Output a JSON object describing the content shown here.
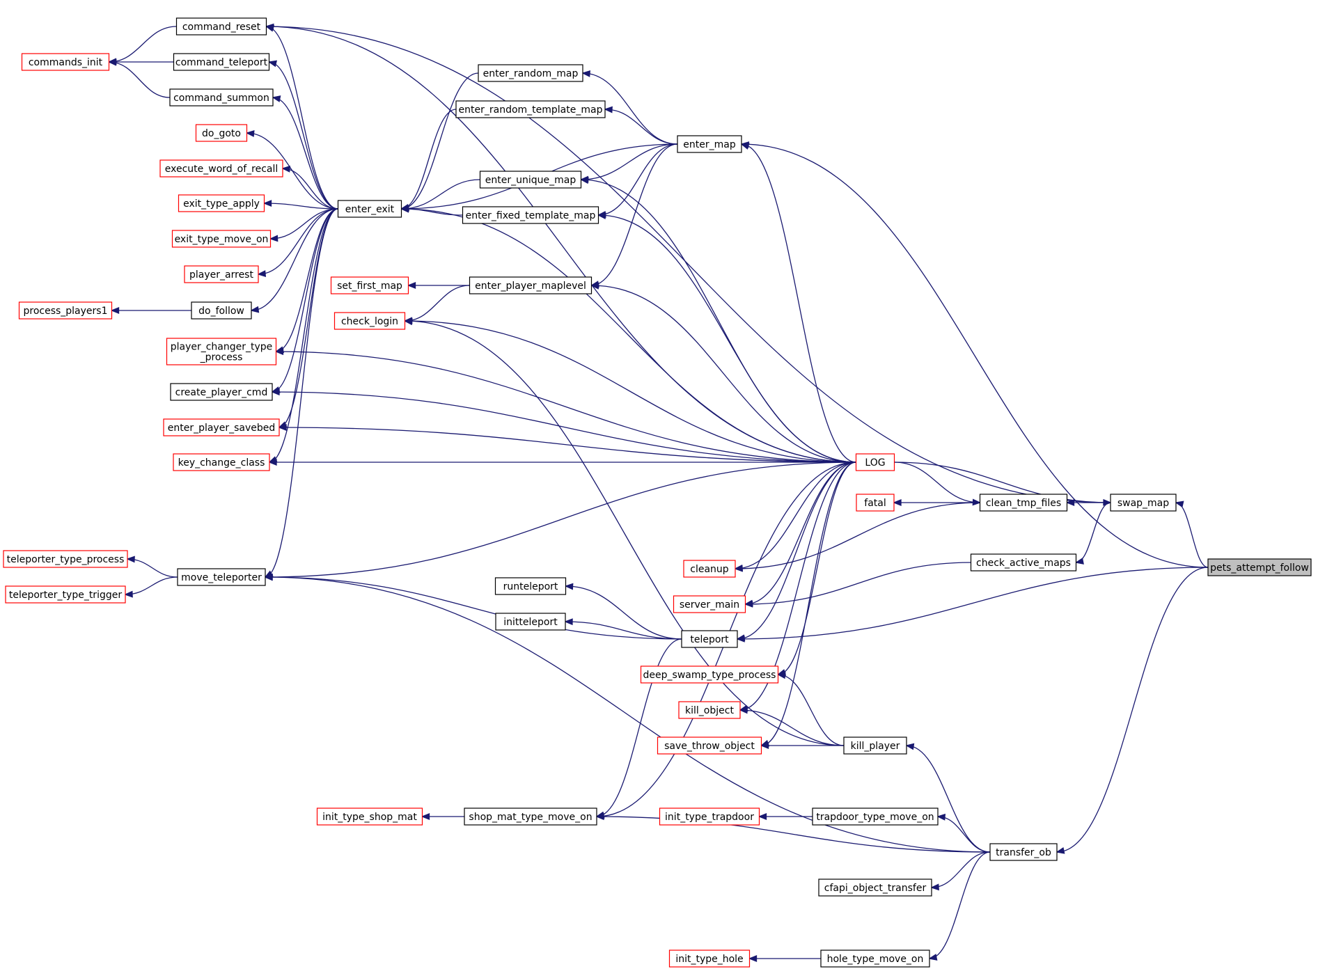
{
  "colors": {
    "edge": "#191970",
    "box_default": "#000000",
    "box_incomplete": "#ff0000",
    "box_focus_fill": "#bfbfbf",
    "box_fill": "#ffffff"
  },
  "nodes": [
    {
      "id": "command_reset",
      "label": "command_reset",
      "style": "default"
    },
    {
      "id": "commands_init",
      "label": "commands_init",
      "style": "incomplete"
    },
    {
      "id": "command_teleport",
      "label": "command_teleport",
      "style": "default"
    },
    {
      "id": "command_summon",
      "label": "command_summon",
      "style": "default"
    },
    {
      "id": "do_goto",
      "label": "do_goto",
      "style": "incomplete"
    },
    {
      "id": "execute_word_of_recall",
      "label": "execute_word_of_recall",
      "style": "incomplete"
    },
    {
      "id": "exit_type_apply",
      "label": "exit_type_apply",
      "style": "incomplete"
    },
    {
      "id": "exit_type_move_on",
      "label": "exit_type_move_on",
      "style": "incomplete"
    },
    {
      "id": "player_arrest",
      "label": "player_arrest",
      "style": "incomplete"
    },
    {
      "id": "process_players1",
      "label": "process_players1",
      "style": "incomplete"
    },
    {
      "id": "do_follow",
      "label": "do_follow",
      "style": "default"
    },
    {
      "id": "player_changer_type_process",
      "label": "player_changer_type\n_process",
      "style": "incomplete"
    },
    {
      "id": "create_player_cmd",
      "label": "create_player_cmd",
      "style": "default"
    },
    {
      "id": "enter_player_savebed",
      "label": "enter_player_savebed",
      "style": "incomplete"
    },
    {
      "id": "key_change_class",
      "label": "key_change_class",
      "style": "incomplete"
    },
    {
      "id": "teleporter_type_process",
      "label": "teleporter_type_process",
      "style": "incomplete"
    },
    {
      "id": "teleporter_type_trigger",
      "label": "teleporter_type_trigger",
      "style": "incomplete"
    },
    {
      "id": "move_teleporter",
      "label": "move_teleporter",
      "style": "default"
    },
    {
      "id": "enter_exit",
      "label": "enter_exit",
      "style": "default"
    },
    {
      "id": "enter_random_map",
      "label": "enter_random_map",
      "style": "default"
    },
    {
      "id": "enter_random_template_map",
      "label": "enter_random_template_map",
      "style": "default"
    },
    {
      "id": "enter_unique_map",
      "label": "enter_unique_map",
      "style": "default"
    },
    {
      "id": "enter_fixed_template_map",
      "label": "enter_fixed_template_map",
      "style": "default"
    },
    {
      "id": "set_first_map",
      "label": "set_first_map",
      "style": "incomplete"
    },
    {
      "id": "enter_player_maplevel",
      "label": "enter_player_maplevel",
      "style": "default"
    },
    {
      "id": "check_login",
      "label": "check_login",
      "style": "incomplete"
    },
    {
      "id": "enter_map",
      "label": "enter_map",
      "style": "default"
    },
    {
      "id": "LOG",
      "label": "LOG",
      "style": "incomplete"
    },
    {
      "id": "fatal",
      "label": "fatal",
      "style": "incomplete"
    },
    {
      "id": "clean_tmp_files",
      "label": "clean_tmp_files",
      "style": "default"
    },
    {
      "id": "swap_map",
      "label": "swap_map",
      "style": "default"
    },
    {
      "id": "check_active_maps",
      "label": "check_active_maps",
      "style": "default"
    },
    {
      "id": "cleanup",
      "label": "cleanup",
      "style": "incomplete"
    },
    {
      "id": "server_main",
      "label": "server_main",
      "style": "incomplete"
    },
    {
      "id": "runteleport",
      "label": "runteleport",
      "style": "default"
    },
    {
      "id": "initteleport",
      "label": "initteleport",
      "style": "default"
    },
    {
      "id": "teleport",
      "label": "teleport",
      "style": "default"
    },
    {
      "id": "deep_swamp_type_process",
      "label": "deep_swamp_type_process",
      "style": "incomplete"
    },
    {
      "id": "kill_object",
      "label": "kill_object",
      "style": "incomplete"
    },
    {
      "id": "save_throw_object",
      "label": "save_throw_object",
      "style": "incomplete"
    },
    {
      "id": "kill_player",
      "label": "kill_player",
      "style": "default"
    },
    {
      "id": "init_type_shop_mat",
      "label": "init_type_shop_mat",
      "style": "incomplete"
    },
    {
      "id": "shop_mat_type_move_on",
      "label": "shop_mat_type_move_on",
      "style": "default"
    },
    {
      "id": "init_type_trapdoor",
      "label": "init_type_trapdoor",
      "style": "incomplete"
    },
    {
      "id": "trapdoor_type_move_on",
      "label": "trapdoor_type_move_on",
      "style": "default"
    },
    {
      "id": "transfer_ob",
      "label": "transfer_ob",
      "style": "default"
    },
    {
      "id": "cfapi_object_transfer",
      "label": "cfapi_object_transfer",
      "style": "default"
    },
    {
      "id": "init_type_hole",
      "label": "init_type_hole",
      "style": "incomplete"
    },
    {
      "id": "hole_type_move_on",
      "label": "hole_type_move_on",
      "style": "default"
    },
    {
      "id": "pets_attempt_follow",
      "label": "pets_attempt_follow",
      "style": "focus"
    }
  ],
  "edges": [
    [
      "commands_init",
      "command_reset"
    ],
    [
      "commands_init",
      "command_teleport"
    ],
    [
      "commands_init",
      "command_summon"
    ],
    [
      "command_reset",
      "enter_exit"
    ],
    [
      "command_teleport",
      "enter_exit"
    ],
    [
      "command_summon",
      "enter_exit"
    ],
    [
      "do_goto",
      "enter_exit"
    ],
    [
      "execute_word_of_recall",
      "enter_exit"
    ],
    [
      "exit_type_apply",
      "enter_exit"
    ],
    [
      "exit_type_move_on",
      "enter_exit"
    ],
    [
      "player_arrest",
      "enter_exit"
    ],
    [
      "do_follow",
      "enter_exit"
    ],
    [
      "player_changer_type_process",
      "enter_exit"
    ],
    [
      "create_player_cmd",
      "enter_exit"
    ],
    [
      "enter_player_savebed",
      "enter_exit"
    ],
    [
      "key_change_class",
      "enter_exit"
    ],
    [
      "move_teleporter",
      "enter_exit"
    ],
    [
      "process_players1",
      "do_follow"
    ],
    [
      "teleporter_type_process",
      "move_teleporter"
    ],
    [
      "teleporter_type_trigger",
      "move_teleporter"
    ],
    [
      "enter_exit",
      "enter_random_map"
    ],
    [
      "enter_exit",
      "enter_random_template_map"
    ],
    [
      "enter_exit",
      "enter_unique_map"
    ],
    [
      "enter_exit",
      "enter_fixed_template_map"
    ],
    [
      "enter_exit",
      "enter_map"
    ],
    [
      "enter_random_map",
      "enter_map"
    ],
    [
      "enter_random_template_map",
      "enter_map"
    ],
    [
      "enter_unique_map",
      "enter_map"
    ],
    [
      "enter_fixed_template_map",
      "enter_map"
    ],
    [
      "enter_player_maplevel",
      "enter_map"
    ],
    [
      "set_first_map",
      "enter_player_maplevel"
    ],
    [
      "check_login",
      "enter_player_maplevel"
    ],
    [
      "command_reset",
      "LOG"
    ],
    [
      "enter_map",
      "LOG"
    ],
    [
      "enter_unique_map",
      "LOG"
    ],
    [
      "enter_fixed_template_map",
      "LOG"
    ],
    [
      "enter_exit",
      "LOG"
    ],
    [
      "enter_player_maplevel",
      "LOG"
    ],
    [
      "check_login",
      "LOG"
    ],
    [
      "player_changer_type_process",
      "LOG"
    ],
    [
      "create_player_cmd",
      "LOG"
    ],
    [
      "enter_player_savebed",
      "LOG"
    ],
    [
      "key_change_class",
      "LOG"
    ],
    [
      "move_teleporter",
      "LOG"
    ],
    [
      "clean_tmp_files",
      "LOG"
    ],
    [
      "swap_map",
      "LOG"
    ],
    [
      "cleanup",
      "LOG"
    ],
    [
      "server_main",
      "LOG"
    ],
    [
      "teleport",
      "LOG"
    ],
    [
      "shop_mat_type_move_on",
      "LOG"
    ],
    [
      "deep_swamp_type_process",
      "LOG"
    ],
    [
      "kill_object",
      "LOG"
    ],
    [
      "save_throw_object",
      "LOG"
    ],
    [
      "fatal",
      "clean_tmp_files"
    ],
    [
      "cleanup",
      "clean_tmp_files"
    ],
    [
      "clean_tmp_files",
      "swap_map"
    ],
    [
      "server_main",
      "check_active_maps"
    ],
    [
      "check_active_maps",
      "swap_map"
    ],
    [
      "command_reset",
      "swap_map"
    ],
    [
      "swap_map",
      "pets_attempt_follow"
    ],
    [
      "enter_map",
      "pets_attempt_follow"
    ],
    [
      "teleport",
      "pets_attempt_follow"
    ],
    [
      "transfer_ob",
      "pets_attempt_follow"
    ],
    [
      "runteleport",
      "teleport"
    ],
    [
      "initteleport",
      "teleport"
    ],
    [
      "move_teleporter",
      "teleport"
    ],
    [
      "shop_mat_type_move_on",
      "teleport"
    ],
    [
      "deep_swamp_type_process",
      "kill_player"
    ],
    [
      "kill_object",
      "kill_player"
    ],
    [
      "save_throw_object",
      "kill_player"
    ],
    [
      "check_login",
      "kill_player"
    ],
    [
      "init_type_shop_mat",
      "shop_mat_type_move_on"
    ],
    [
      "init_type_trapdoor",
      "trapdoor_type_move_on"
    ],
    [
      "init_type_hole",
      "hole_type_move_on"
    ],
    [
      "kill_player",
      "transfer_ob"
    ],
    [
      "shop_mat_type_move_on",
      "transfer_ob"
    ],
    [
      "trapdoor_type_move_on",
      "transfer_ob"
    ],
    [
      "cfapi_object_transfer",
      "transfer_ob"
    ],
    [
      "hole_type_move_on",
      "transfer_ob"
    ],
    [
      "move_teleporter",
      "transfer_ob"
    ]
  ]
}
